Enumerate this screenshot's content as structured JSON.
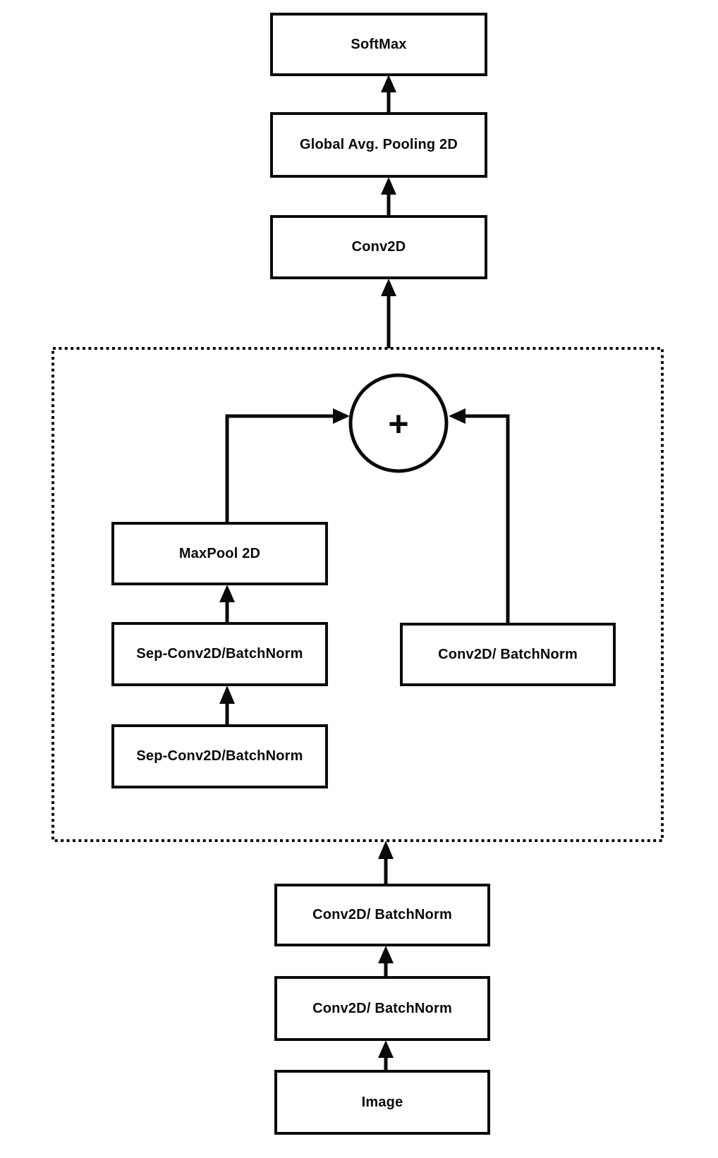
{
  "diagram": {
    "kind": "neural-network-architecture-flowchart",
    "colors": {
      "stroke": "#0a0a0a",
      "text": "#0a0a0a",
      "background": "#ffffff"
    },
    "operator": {
      "plus_label": "+"
    },
    "nodes": {
      "softmax": {
        "label": "SoftMax"
      },
      "global_avg_pooling": {
        "label": "Global Avg. Pooling 2D"
      },
      "conv2d": {
        "label": "Conv2D"
      },
      "maxpool": {
        "label": "MaxPool 2D"
      },
      "sep_conv_upper": {
        "label": "Sep-Conv2D/BatchNorm"
      },
      "sep_conv_lower": {
        "label": "Sep-Conv2D/BatchNorm"
      },
      "conv_bn_branch": {
        "label": "Conv2D/ BatchNorm"
      },
      "conv_bn_stem2": {
        "label": "Conv2D/ BatchNorm"
      },
      "conv_bn_stem1": {
        "label": "Conv2D/ BatchNorm"
      },
      "image": {
        "label": "Image"
      }
    },
    "edges": [
      {
        "from": "image",
        "to": "conv_bn_stem1"
      },
      {
        "from": "conv_bn_stem1",
        "to": "conv_bn_stem2"
      },
      {
        "from": "conv_bn_stem2",
        "to": "residual_block"
      },
      {
        "from": "sep_conv_lower",
        "to": "sep_conv_upper"
      },
      {
        "from": "sep_conv_upper",
        "to": "maxpool"
      },
      {
        "from": "maxpool",
        "to": "add_operator"
      },
      {
        "from": "conv_bn_branch",
        "to": "add_operator"
      },
      {
        "from": "residual_block",
        "to": "conv2d"
      },
      {
        "from": "conv2d",
        "to": "global_avg_pooling"
      },
      {
        "from": "global_avg_pooling",
        "to": "softmax"
      }
    ]
  }
}
